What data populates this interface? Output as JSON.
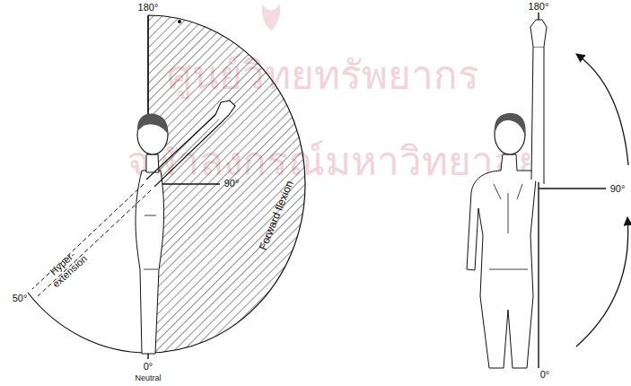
{
  "diagram": {
    "labels": [
      "ศูนย์วิทยทรัพยากร",
      "จุฬาลงกรณ์มหาวิทยาลัย",
      "180°",
      "90°",
      "Forward flexion",
      "Hyper- extension",
      "50°",
      "0°",
      "Neutral",
      "180°",
      "90°",
      "0°"
    ]
  }
}
